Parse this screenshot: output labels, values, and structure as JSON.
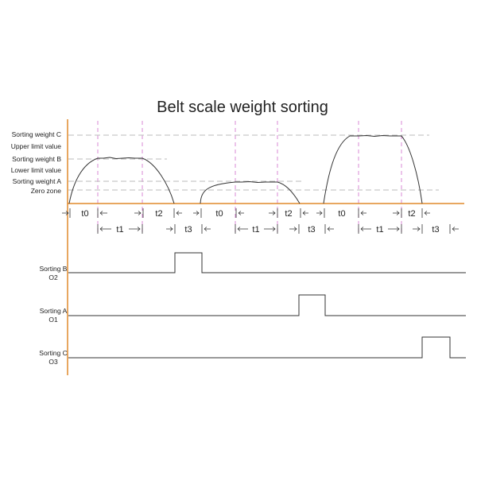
{
  "title": "Belt scale weight sorting",
  "levels": {
    "sorting_weight_c": "Sorting weight C",
    "upper_limit_value": "Upper limit value",
    "sorting_weight_b": "Sorting weight B",
    "lower_limit_value": "Lower limit value",
    "sorting_weight_a": "Sorting weight A",
    "zero_zone": "Zero zone"
  },
  "outputs": {
    "b": {
      "name": "Sorting B",
      "port": "O2"
    },
    "a": {
      "name": "Sorting A",
      "port": "O1"
    },
    "c": {
      "name": "Sorting C",
      "port": "O3"
    }
  },
  "timing": {
    "t0": "t0",
    "t1": "t1",
    "t2": "t2",
    "t3": "t3"
  },
  "colors": {
    "axis": "#e08a2c",
    "dashed_guides": "#c8a0c8",
    "signal": "#333333"
  }
}
